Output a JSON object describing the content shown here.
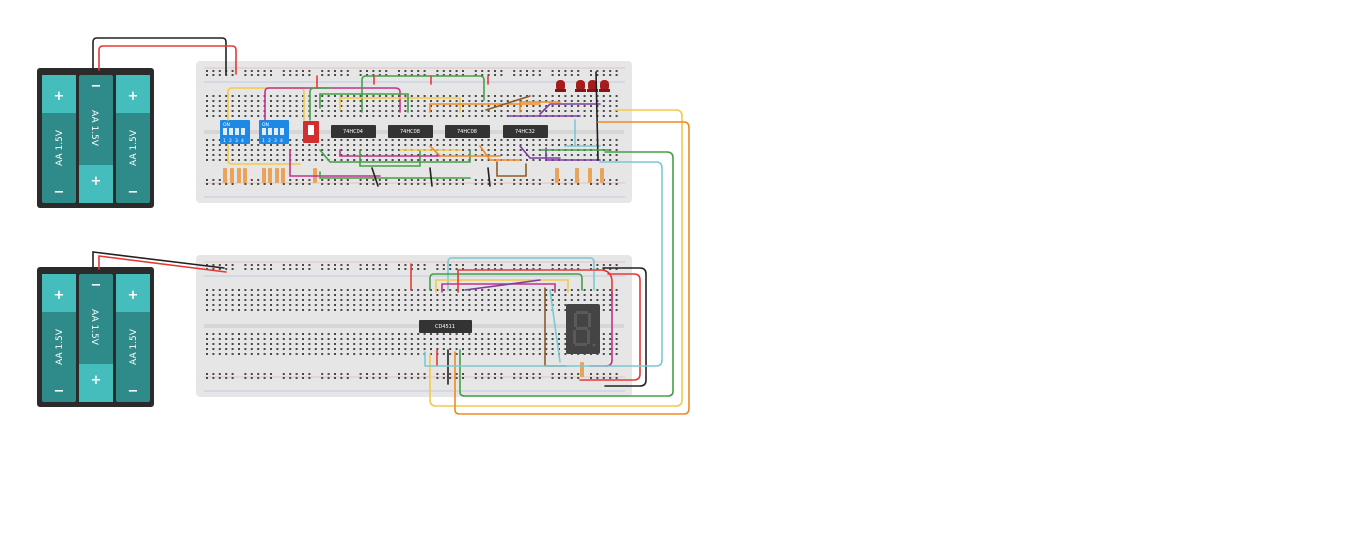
{
  "batteries": [
    {
      "cells": [
        "AA 1.5V",
        "AA 1.5V",
        "AA 1.5V"
      ],
      "plus": "+",
      "minus": "−"
    },
    {
      "cells": [
        "AA 1.5V",
        "AA 1.5V",
        "AA 1.5V"
      ],
      "plus": "+",
      "minus": "−"
    }
  ],
  "chips_top": [
    "74HC04",
    "74HC08",
    "74HC08",
    "74HC32"
  ],
  "chip_bottom": "CD4511",
  "dip_switches": [
    {
      "on_label": "ON",
      "numbers": [
        "1",
        "2",
        "3",
        "4"
      ]
    },
    {
      "on_label": "ON",
      "numbers": [
        "1",
        "2",
        "3",
        "4"
      ]
    }
  ],
  "colors": {
    "breadboard": "#e6e6e6",
    "battery_case": "#2b2b2b",
    "battery_cell": "#2f8a8a",
    "chip": "#333333",
    "dip_switch": "#1e88e5",
    "slide_switch": "#d32f2f",
    "led": "#a51c1c",
    "seven_segment": "#444444",
    "wire_red": "#e53935",
    "wire_black": "#222222",
    "wire_yellow": "#f2c94c",
    "wire_green": "#43a047",
    "wire_purple": "#7b3fa0",
    "wire_orange": "#f08a24",
    "wire_cyan": "#7cc9d2",
    "wire_magenta": "#c2328d",
    "wire_brown": "#8d5a2b"
  }
}
